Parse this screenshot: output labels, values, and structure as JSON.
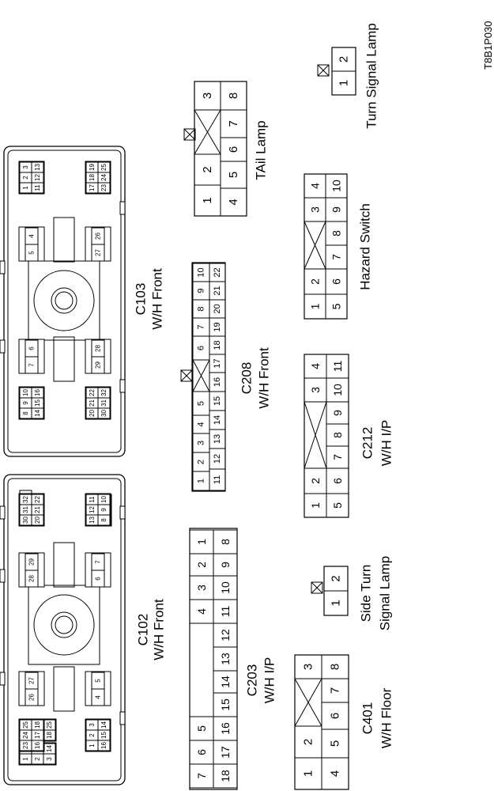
{
  "figure_code": "T8B1P030",
  "connectors": {
    "c102": {
      "name": "C102",
      "desc": "W/H Front",
      "pins": [
        "1",
        "2",
        "3",
        "4",
        "5",
        "6",
        "7",
        "8",
        "9",
        "10",
        "11",
        "12",
        "13",
        "14",
        "15",
        "16",
        "17",
        "18",
        "20",
        "21",
        "22",
        "23",
        "24",
        "25",
        "26",
        "27",
        "28",
        "29",
        "30",
        "31",
        "32"
      ]
    },
    "c103": {
      "name": "C103",
      "desc": "W/H Front",
      "pins": [
        "1",
        "2",
        "3",
        "4",
        "5",
        "6",
        "7",
        "8",
        "9",
        "10",
        "11",
        "12",
        "13",
        "14",
        "15",
        "16",
        "17",
        "18",
        "19",
        "20",
        "21",
        "22",
        "23",
        "24",
        "25",
        "26",
        "27",
        "28",
        "29",
        "30",
        "31",
        "32"
      ]
    },
    "c203": {
      "name": "C203",
      "desc": "W/H I/P",
      "pins": [
        "1",
        "2",
        "3",
        "4",
        "5",
        "6",
        "7",
        "8",
        "9",
        "10",
        "11",
        "12",
        "13",
        "14",
        "15",
        "16",
        "17",
        "18"
      ]
    },
    "c208": {
      "name": "C208",
      "desc": "W/H Front",
      "pins": [
        "1",
        "2",
        "3",
        "4",
        "5",
        "6",
        "7",
        "8",
        "9",
        "10",
        "11",
        "12",
        "13",
        "14",
        "15",
        "16",
        "17",
        "18",
        "19",
        "20",
        "21",
        "22"
      ]
    },
    "c212": {
      "name": "C212",
      "desc": "W/H I/P",
      "pins": [
        "1",
        "2",
        "3",
        "4",
        "5",
        "6",
        "7",
        "8",
        "9",
        "10",
        "11"
      ]
    },
    "c401": {
      "name": "C401",
      "desc": "W/H Floor",
      "pins": [
        "1",
        "2",
        "3",
        "4",
        "5",
        "6",
        "7",
        "8"
      ]
    },
    "tail_lamp": {
      "name": "TAil Lamp",
      "pins": [
        "1",
        "2",
        "3",
        "4",
        "5",
        "6",
        "7",
        "8"
      ]
    },
    "hazard_switch": {
      "name": "Hazard Switch",
      "pins": [
        "1",
        "2",
        "3",
        "4",
        "5",
        "6",
        "7",
        "8",
        "9",
        "10"
      ]
    },
    "turn_signal_lamp": {
      "name": "Turn Signal Lamp",
      "pins": [
        "1",
        "2"
      ]
    },
    "side_turn_signal_lamp": {
      "line1": "Side Turn",
      "line2": "Signal Lamp",
      "pins": [
        "1",
        "2"
      ]
    }
  }
}
